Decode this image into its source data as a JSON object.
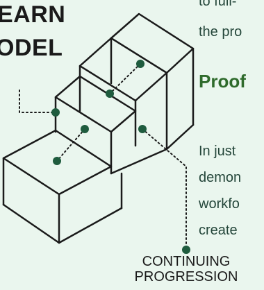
{
  "diagram": {
    "title_lines": [
      "EARN",
      "ODEL"
    ],
    "bottom_label_lines": [
      "CONTINUING",
      "PROGRESSION"
    ],
    "accent_color": "#1f5c3e",
    "line_color": "#1a1a1a"
  },
  "text_panel": {
    "line1": "to full-",
    "line2": "the pro",
    "heading": "Proof",
    "line4": "In just",
    "line5": "demon",
    "line6": "workfo",
    "line7": "create"
  }
}
